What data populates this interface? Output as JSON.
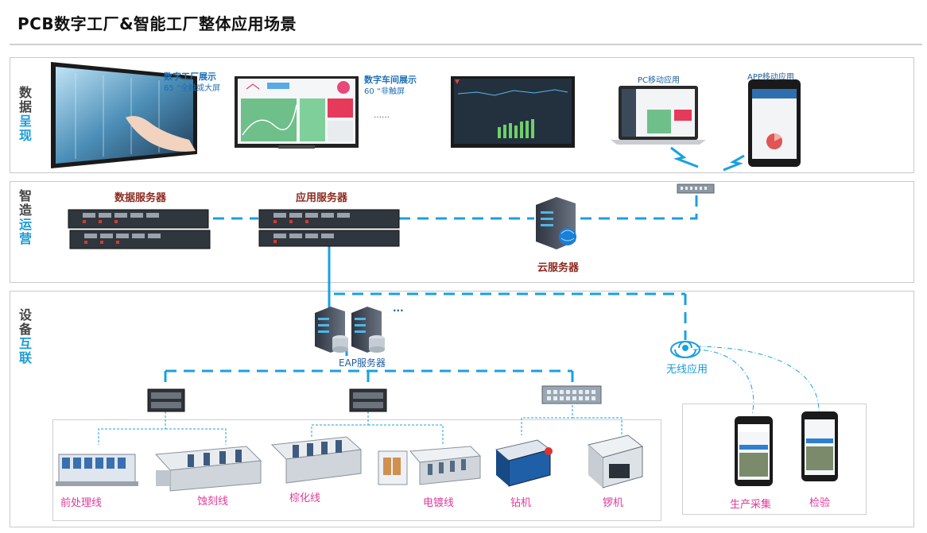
{
  "title": "PCB数字工厂&智能工厂整体应用场景",
  "sections": {
    "display": {
      "label_a": "数据",
      "label_b": "呈现"
    },
    "ops": {
      "label_a": "智造",
      "label_b": "运营"
    },
    "devices": {
      "label_a": "设备",
      "label_b": "互联"
    }
  },
  "display_row": {
    "factory_display_title": "数字工厂展示",
    "factory_display_sub": "65 “全触或大屏",
    "workshop_display_title": "数字车间展示",
    "workshop_display_sub": "60 “非触屏",
    "ellipsis": "……",
    "pc_mobile": "PC移动应用",
    "app_mobile": "APP移动应用"
  },
  "servers": {
    "data_server": "数据服务器",
    "app_server": "应用服务器",
    "cloud_server": "云服务器",
    "eap_server": "EAP服务器",
    "eap_ellipsis": "···",
    "wireless": "无线应用"
  },
  "equipment": [
    {
      "label": "前处理线"
    },
    {
      "label": "蚀刻线"
    },
    {
      "label": "棕化线"
    },
    {
      "label": "电镀线"
    },
    {
      "label": "钻机"
    },
    {
      "label": "锣机"
    }
  ],
  "mobile_terminals": [
    {
      "label": "生产采集"
    },
    {
      "label": "检验"
    }
  ],
  "colors": {
    "link_blue": "#1aa0e0",
    "section_blue": "#1a9ad6",
    "server_red": "#8b2a1f",
    "equipment_pink": "#e03a9a"
  }
}
